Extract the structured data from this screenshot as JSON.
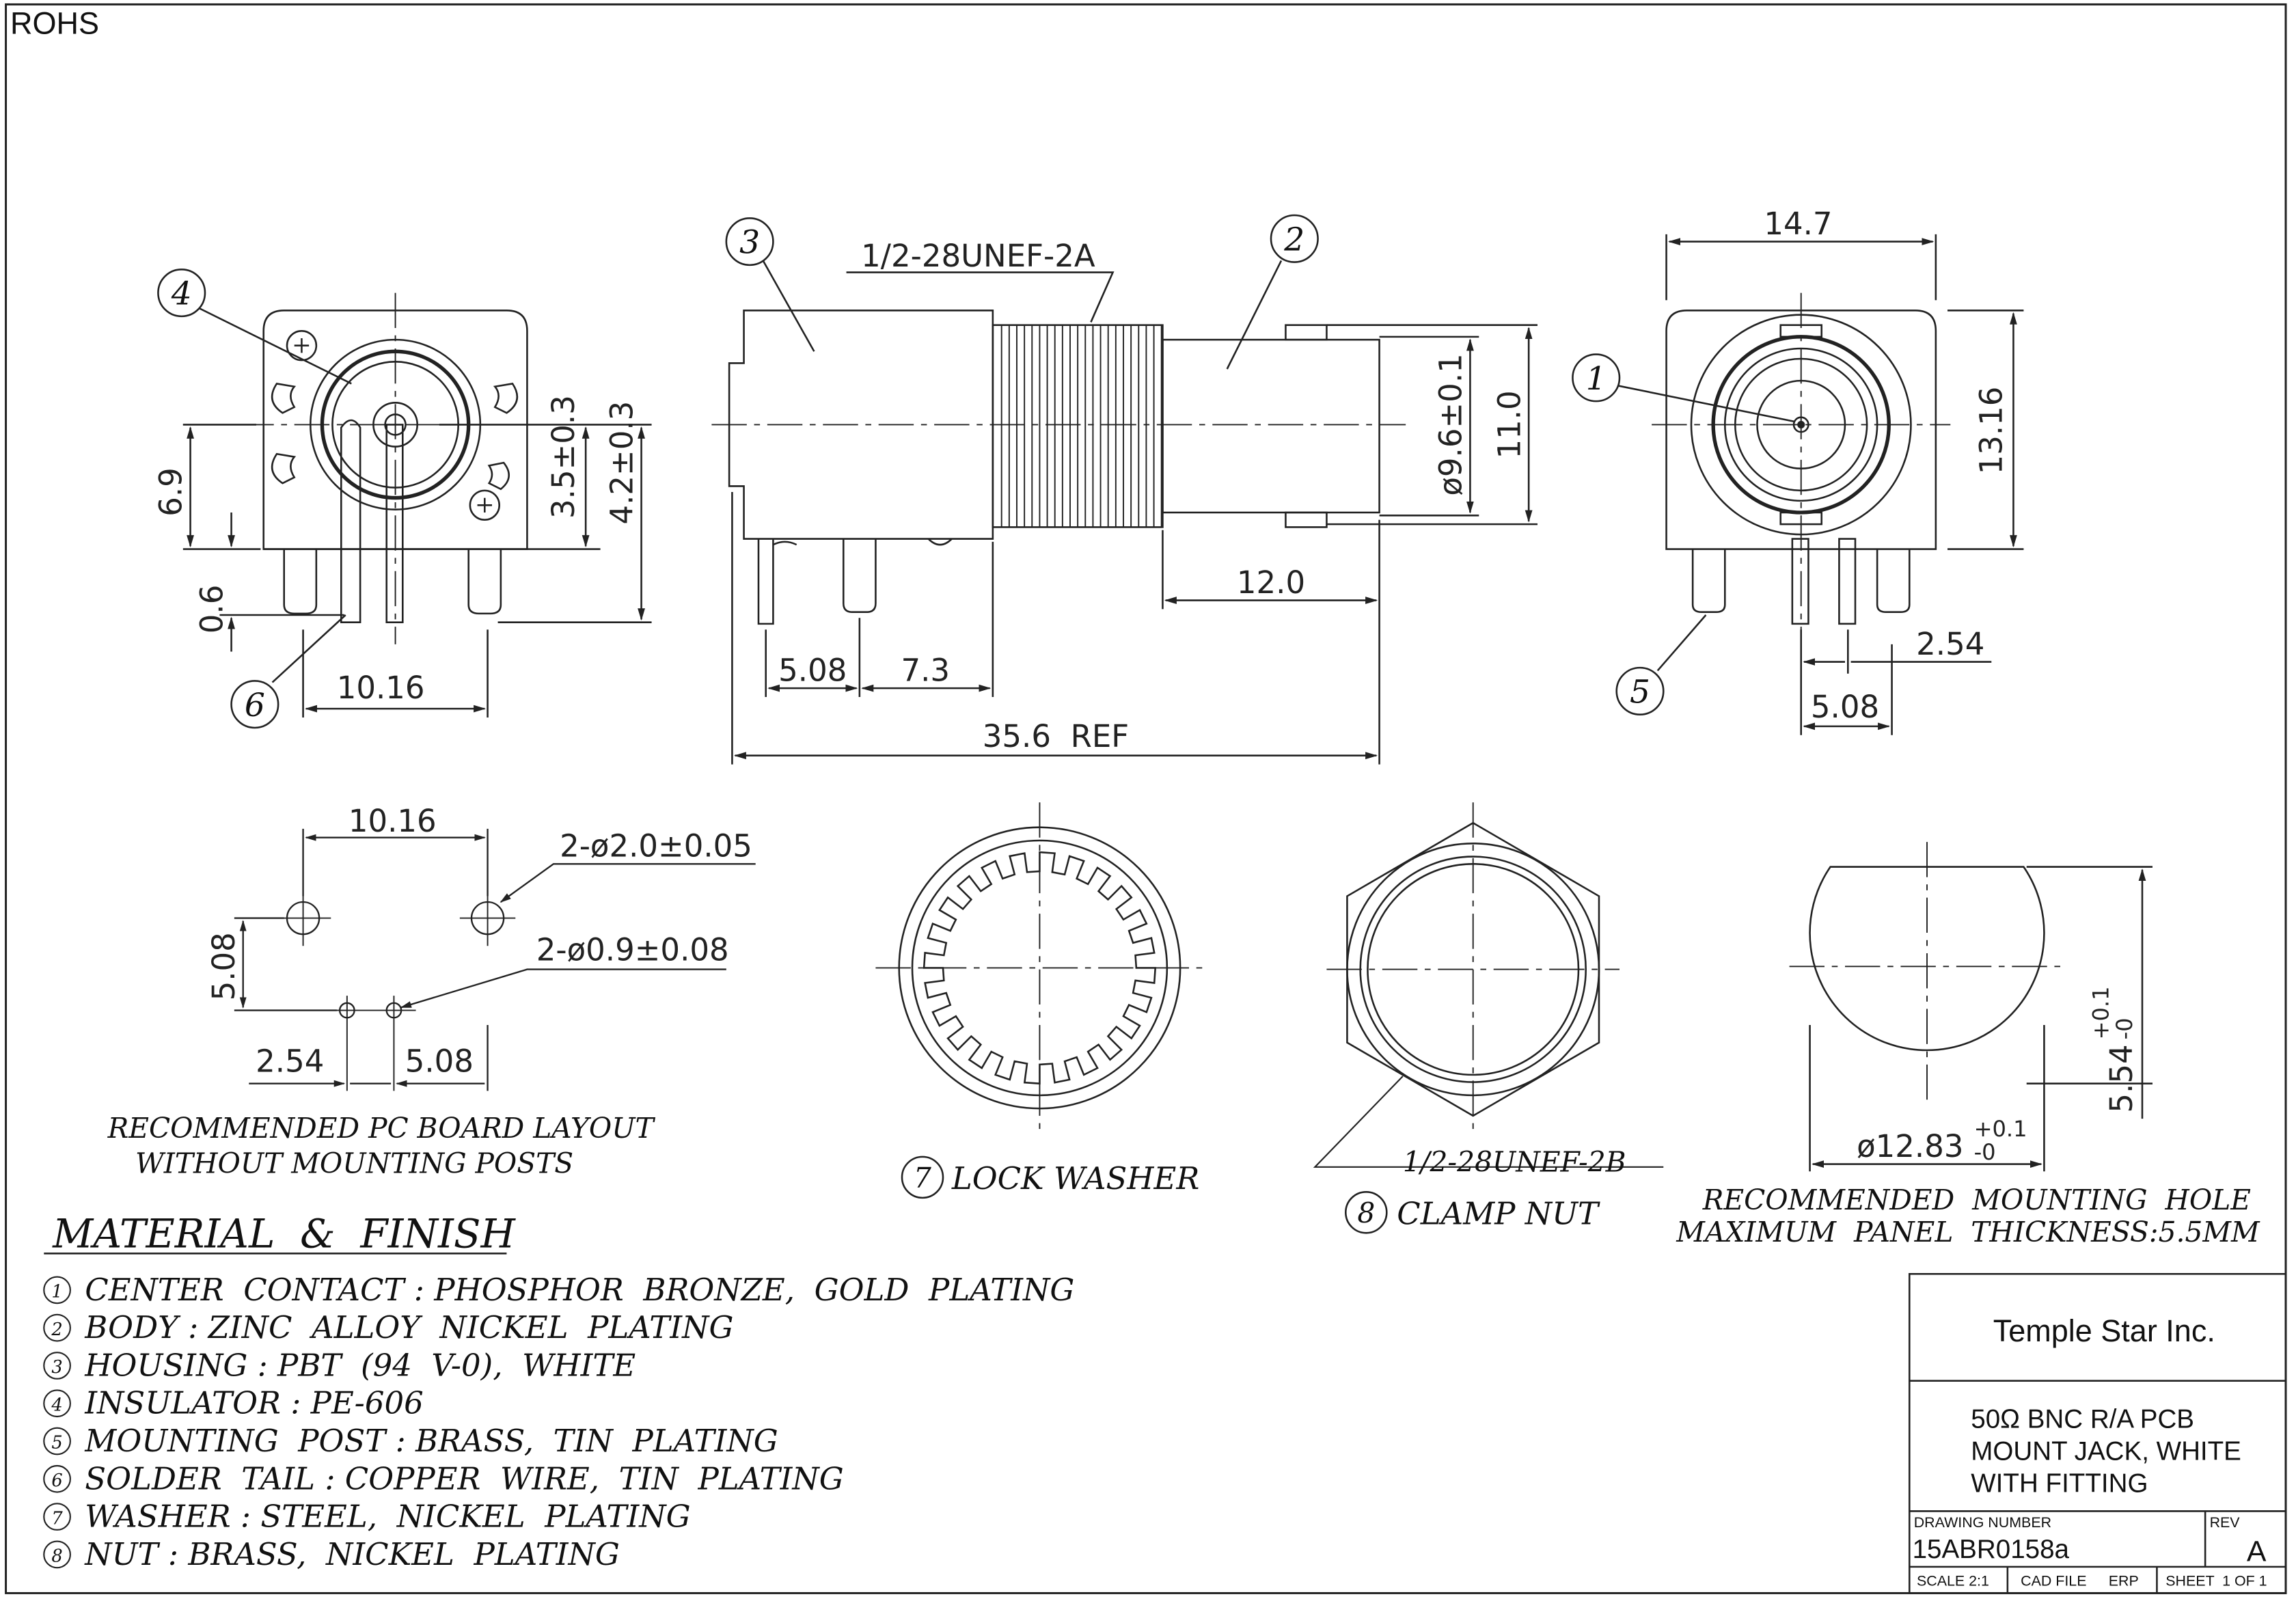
{
  "corner_label": "ROHS",
  "balloons": [
    "1",
    "2",
    "3",
    "4",
    "5",
    "6",
    "7",
    "8"
  ],
  "views": {
    "left": {
      "dims": [
        "6.9",
        "0.6",
        "3.5±0.3",
        "4.2±0.3",
        "10.16"
      ]
    },
    "side": {
      "thread": "1/2-28UNEF-2A",
      "dims": [
        "ø9.6±0.1",
        "11.0",
        "12.0",
        "5.08",
        "7.3",
        "35.6  REF"
      ]
    },
    "front": {
      "dims": [
        "14.7",
        "13.16",
        "2.54",
        "5.08"
      ]
    }
  },
  "pcb_layout": {
    "dims": [
      "10.16",
      "2-ø2.0±0.05",
      "2-ø0.9±0.08",
      "5.08",
      "2.54",
      "5.08"
    ],
    "caption_line1": "RECOMMENDED PC BOARD LAYOUT",
    "caption_line2": "WITHOUT MOUNTING POSTS"
  },
  "lock_washer": {
    "number": "7",
    "label": "LOCK WASHER"
  },
  "clamp_nut": {
    "number": "8",
    "label": "CLAMP NUT",
    "thread": "1/2-28UNEF-2B"
  },
  "mounting_hole": {
    "dia": "ø12.83",
    "dia_tol_plus": "+0.1",
    "dia_tol_minus": "-0",
    "flat": "5.54",
    "flat_tol_plus": "+0.1",
    "flat_tol_minus": "-0",
    "caption_line1": "RECOMMENDED  MOUNTING  HOLE",
    "caption_line2": "MAXIMUM  PANEL  THICKNESS:5.5MM"
  },
  "materials": {
    "title": "MATERIAL  &  FINISH",
    "items": [
      {
        "num": "1",
        "text": "CENTER  CONTACT : PHOSPHOR  BRONZE,  GOLD  PLATING"
      },
      {
        "num": "2",
        "text": "BODY : ZINC  ALLOY  NICKEL  PLATING"
      },
      {
        "num": "3",
        "text": "HOUSING : PBT  (94  V-0),  WHITE"
      },
      {
        "num": "4",
        "text": "INSULATOR : PE-606"
      },
      {
        "num": "5",
        "text": "MOUNTING  POST : BRASS,  TIN  PLATING"
      },
      {
        "num": "6",
        "text": "SOLDER  TAIL : COPPER  WIRE,  TIN  PLATING"
      },
      {
        "num": "7",
        "text": "WASHER : STEEL,  NICKEL  PLATING"
      },
      {
        "num": "8",
        "text": "NUT : BRASS,  NICKEL  PLATING"
      }
    ]
  },
  "title_block": {
    "company": "Temple Star Inc.",
    "desc_line1": "50Ω BNC R/A PCB",
    "desc_line2": "MOUNT JACK, WHITE",
    "desc_line3": "WITH FITTING",
    "drawing_number_label": "DRAWING NUMBER",
    "drawing_number": "15ABR0158a",
    "rev_label": "REV",
    "rev": "A",
    "scale": "SCALE 2:1",
    "cad_file": "CAD FILE",
    "erp": "ERP",
    "sheet": "SHEET  1 OF 1"
  }
}
